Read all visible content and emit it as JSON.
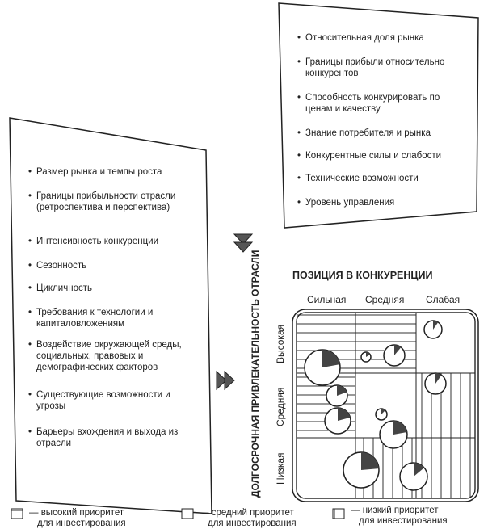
{
  "industry_factors": [
    "Размер рынка и темпы роста",
    "Границы прибыльности отрасли (ретроспектива и перспектива)",
    "Интенсивность конкуренции",
    "Сезонность",
    "Цикличность",
    "Требования к технологии и капиталовложениям",
    "Воздействие окружающей среды, социальных, правовых и демографических факторов",
    "Существующие возможности и угрозы",
    "Барьеры вхождения и выхода из отрасли"
  ],
  "position_factors": [
    "Относительная доля рынка",
    "Границы прибыли относительно конкурентов",
    "Способность конкурировать по ценам и качеству",
    "Знание потребителя и рынка",
    "Конкурентные силы и слабости",
    "Технические возможности",
    "Уровень управления"
  ],
  "matrix": {
    "x_title": "ПОЗИЦИЯ В КОНКУРЕНЦИИ",
    "y_title": "ДОЛГОСРОЧНАЯ ПРИВЛЕКАТЕЛЬНОСТЬ ОТРАСЛИ",
    "columns": [
      "Сильная",
      "Средняя",
      "Слабая"
    ],
    "rows": [
      "Высокая",
      "Средняя",
      "Низкая"
    ]
  },
  "legend": [
    {
      "pattern": "horizontal",
      "label": "— высокий приоритет",
      "label2": "для инвестирования"
    },
    {
      "pattern": "none",
      "label": "— средний приоритет",
      "label2": "для инвестирования"
    },
    {
      "pattern": "vertical",
      "label": "— низкий приоритет",
      "label2": "для инвестирования"
    }
  ]
}
